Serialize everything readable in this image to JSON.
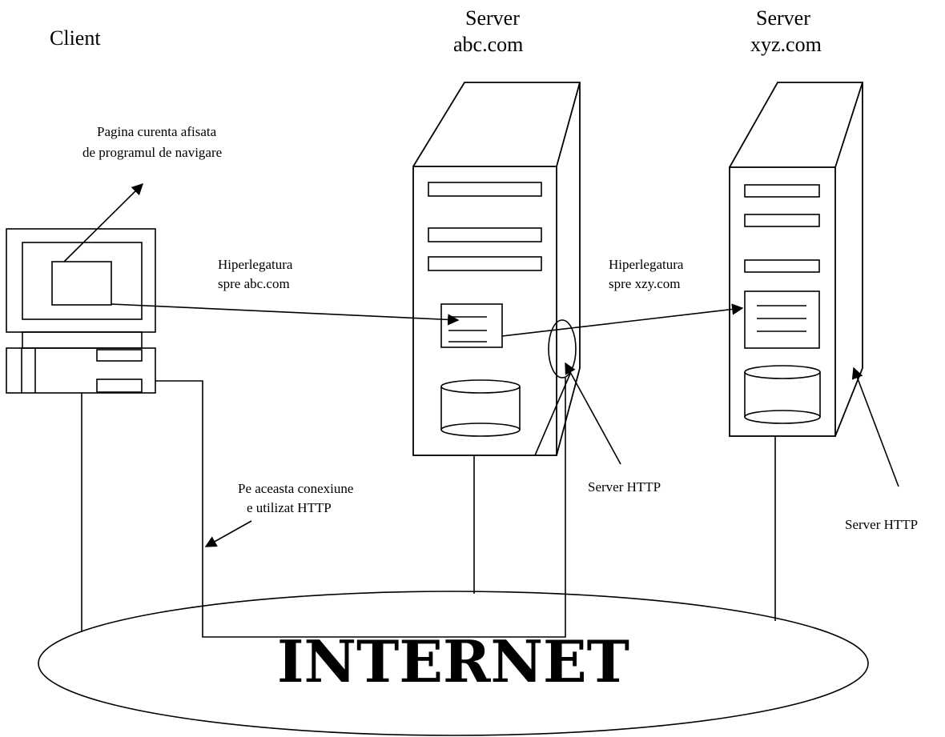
{
  "labels": {
    "client": "Client",
    "server_abc_line1": "Server",
    "server_abc_line2": "abc.com",
    "server_xyz_line1": "Server",
    "server_xyz_line2": "xyz.com",
    "current_page_line1": "Pagina curenta afisata",
    "current_page_line2": "de programul de navigare",
    "hyperlink_abc_line1": "Hiperlegatura",
    "hyperlink_abc_line2": "spre abc.com",
    "hyperlink_xyz_line1": "Hiperlegatura",
    "hyperlink_xyz_line2": "spre xzy.com",
    "connection_line1": "Pe aceasta conexiune",
    "connection_line2": "e utilizat HTTP",
    "http_server_abc": "Server HTTP",
    "http_server_xyz": "Server HTTP",
    "internet": "INTERNET"
  },
  "icons": [
    "client-computer-icon",
    "server-tower-icon",
    "database-cylinder-icon",
    "web-page-icon"
  ]
}
